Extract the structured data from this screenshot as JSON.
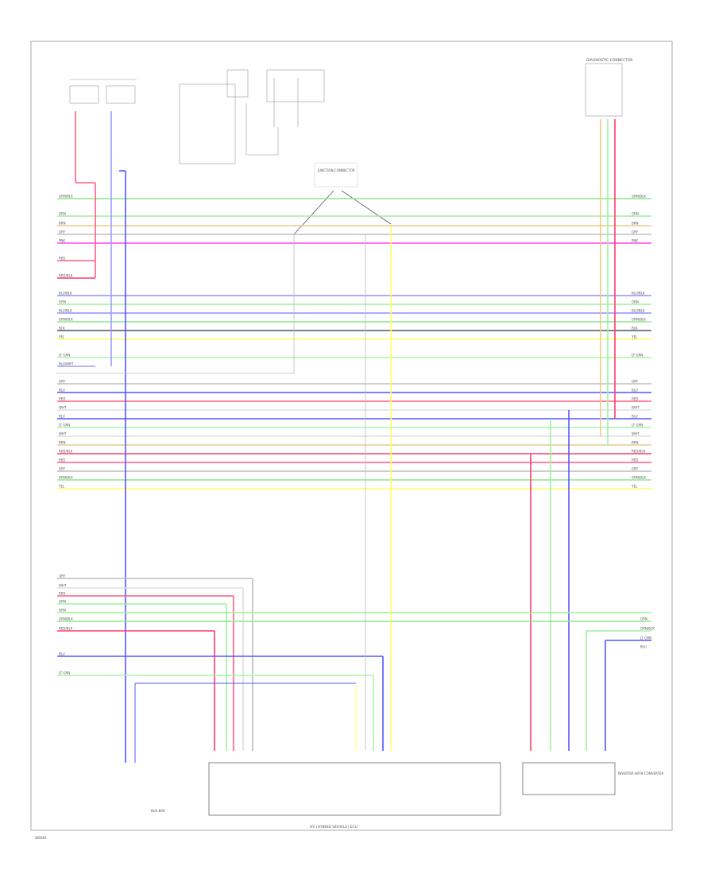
{
  "titles": {
    "diagnostic_connector": "DIAGNOSTIC CONNECTOR",
    "hybrid_vehicle_ecu": "HV (HYBRID VEHICLE) ECU",
    "inverter": "INVERTER WITH CONVERTER",
    "junction_connector": "JUNCTION CONNECTOR",
    "bus_bar": "BUS BAR"
  },
  "footer_code": "W0046",
  "wire_colors": {
    "GRN/BLK": "#8be88b",
    "GRN": "#9ef09e",
    "BRN": "#e6cc8c",
    "PNK": "#ff44ee",
    "RED": "#ff5f82",
    "RED/BLK": "#ff3b6b",
    "BLU/BLK": "#8f8fff",
    "BLU/WHT": "#9c9cff",
    "GRY": "#bdbdbd",
    "VIO/WHT": "#d9a6ff",
    "YEL": "#ffff66",
    "LT GRN": "#aaf5aa",
    "WHT": "#dddddd",
    "BLU": "#5555ff",
    "ORN": "#ffb066",
    "BLK": "#555555"
  },
  "main_wires": [
    {
      "color": "GRN/BLK",
      "label": "GRN/BLK"
    },
    {
      "color": "GRN",
      "label": "GRN"
    },
    {
      "color": "BRN",
      "label": "BRN"
    },
    {
      "color": "GRY",
      "label": "GRY"
    },
    {
      "color": "PNK",
      "label": "PNK"
    },
    {
      "color": "RED",
      "label": "RED"
    },
    {
      "color": "RED/BLK",
      "label": "RED/BLK"
    },
    {
      "color": "BLU/BLK",
      "label": "BLU/BLK"
    },
    {
      "color": "GRN",
      "label": "GRN"
    },
    {
      "color": "BLU/BLK",
      "label": "BLU/BLK"
    },
    {
      "color": "GRN/BLK",
      "label": "GRN/BLK"
    },
    {
      "color": "BLK",
      "label": "BLK"
    },
    {
      "color": "YEL",
      "label": "YEL"
    },
    {
      "color": "LT GRN",
      "label": "LT GRN"
    },
    {
      "color": "BLU/WHT",
      "label": "BLU/WHT"
    },
    {
      "color": "GRY",
      "label": "GRY"
    },
    {
      "color": "BLU",
      "label": "BLU"
    },
    {
      "color": "RED",
      "label": "RED"
    },
    {
      "color": "WHT",
      "label": "WHT"
    },
    {
      "color": "BLU",
      "label": "BLU"
    },
    {
      "color": "LT GRN",
      "label": "LT GRN"
    },
    {
      "color": "WHT",
      "label": "WHT"
    },
    {
      "color": "BRN",
      "label": "BRN"
    },
    {
      "color": "RED/BLK",
      "label": "RED/BLK"
    },
    {
      "color": "RED",
      "label": "RED"
    },
    {
      "color": "GRY",
      "label": "GRY"
    },
    {
      "color": "GRN/BLK",
      "label": "GRN/BLK"
    },
    {
      "color": "YEL",
      "label": "YEL"
    }
  ],
  "lower_wires": [
    {
      "color": "GRY",
      "label": "GRY"
    },
    {
      "color": "WHT",
      "label": "WHT"
    },
    {
      "color": "RED",
      "label": "RED"
    },
    {
      "color": "GRN",
      "label": "GRN"
    },
    {
      "color": "GRN",
      "label": "GRN"
    },
    {
      "color": "GRN/BLK",
      "label": "GRN/BLK"
    },
    {
      "color": "RED/BLK",
      "label": "RED/BLK"
    },
    {
      "color": "BLU",
      "label": "BLU"
    },
    {
      "color": "LT GRN",
      "label": "LT GRN"
    }
  ],
  "right_lower_wires": [
    {
      "color": "GRN",
      "label": "GRN"
    },
    {
      "color": "GRN/BLK",
      "label": "GRN/BLK"
    },
    {
      "color": "LT GRN",
      "label": "LT GRN"
    },
    {
      "color": "BLU",
      "label": "BLU"
    }
  ]
}
